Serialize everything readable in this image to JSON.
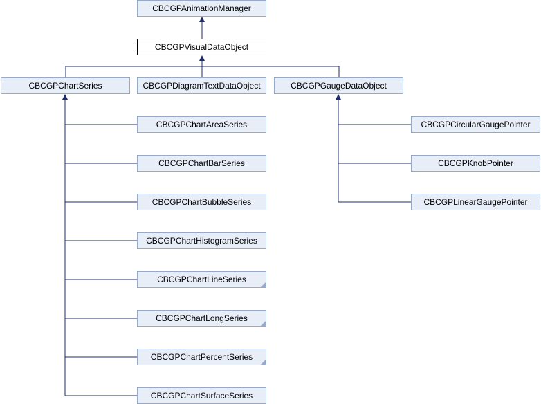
{
  "diagram": {
    "edge_color": "#1f2b70",
    "nodes": [
      {
        "id": "n0",
        "label": "CBCGPAnimationManager"
      },
      {
        "id": "n1",
        "label": "CBCGPVisualDataObject",
        "current": true
      },
      {
        "id": "n2",
        "label": "CBCGPChartSeries"
      },
      {
        "id": "n3",
        "label": "CBCGPDiagramTextDataObject"
      },
      {
        "id": "n4",
        "label": "CBCGPGaugeDataObject"
      },
      {
        "id": "n5",
        "label": "CBCGPChartAreaSeries"
      },
      {
        "id": "n6",
        "label": "CBCGPChartBarSeries"
      },
      {
        "id": "n7",
        "label": "CBCGPChartBubbleSeries"
      },
      {
        "id": "n8",
        "label": "CBCGPChartHistogramSeries"
      },
      {
        "id": "n9",
        "label": "CBCGPChartLineSeries",
        "truncated": true
      },
      {
        "id": "n10",
        "label": "CBCGPChartLongSeries",
        "truncated": true
      },
      {
        "id": "n11",
        "label": "CBCGPChartPercentSeries",
        "truncated": true
      },
      {
        "id": "n12",
        "label": "CBCGPChartSurfaceSeries"
      },
      {
        "id": "n13",
        "label": "CBCGPCircularGaugePointer"
      },
      {
        "id": "n14",
        "label": "CBCGPKnobPointer"
      },
      {
        "id": "n15",
        "label": "CBCGPLinearGaugePointer"
      }
    ],
    "edges": [
      {
        "from": "n1",
        "to": "n0"
      },
      {
        "from": "n2",
        "to": "n1"
      },
      {
        "from": "n3",
        "to": "n1"
      },
      {
        "from": "n4",
        "to": "n1"
      },
      {
        "from": "n5",
        "to": "n2"
      },
      {
        "from": "n6",
        "to": "n2"
      },
      {
        "from": "n7",
        "to": "n2"
      },
      {
        "from": "n8",
        "to": "n2"
      },
      {
        "from": "n9",
        "to": "n2"
      },
      {
        "from": "n10",
        "to": "n2"
      },
      {
        "from": "n11",
        "to": "n2"
      },
      {
        "from": "n12",
        "to": "n2"
      },
      {
        "from": "n13",
        "to": "n4"
      },
      {
        "from": "n14",
        "to": "n4"
      },
      {
        "from": "n15",
        "to": "n4"
      }
    ]
  }
}
